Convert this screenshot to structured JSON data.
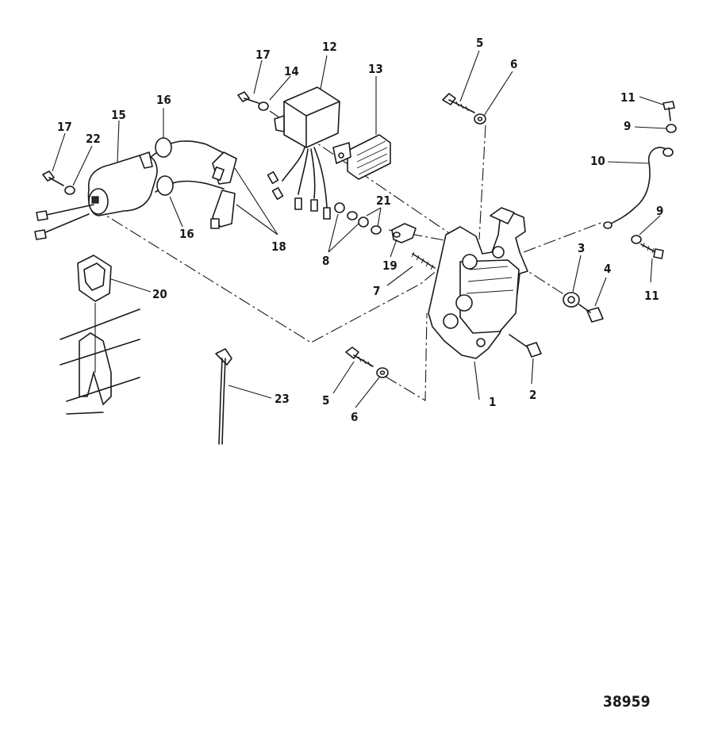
{
  "callouts": {
    "p1": "1",
    "p2": "2",
    "p3": "3",
    "p4": "4",
    "p5a": "5",
    "p5b": "5",
    "p6a": "6",
    "p6b": "6",
    "p7": "7",
    "p8": "8",
    "p9a": "9",
    "p9b": "9",
    "p10": "10",
    "p11a": "11",
    "p11b": "11",
    "p12": "12",
    "p13": "13",
    "p14": "14",
    "p15": "15",
    "p16a": "16",
    "p16b": "16",
    "p17a": "17",
    "p17b": "17",
    "p18": "18",
    "p19": "19",
    "p20": "20",
    "p21": "21",
    "p22": "22",
    "p23": "23"
  },
  "figure_number": "38959"
}
